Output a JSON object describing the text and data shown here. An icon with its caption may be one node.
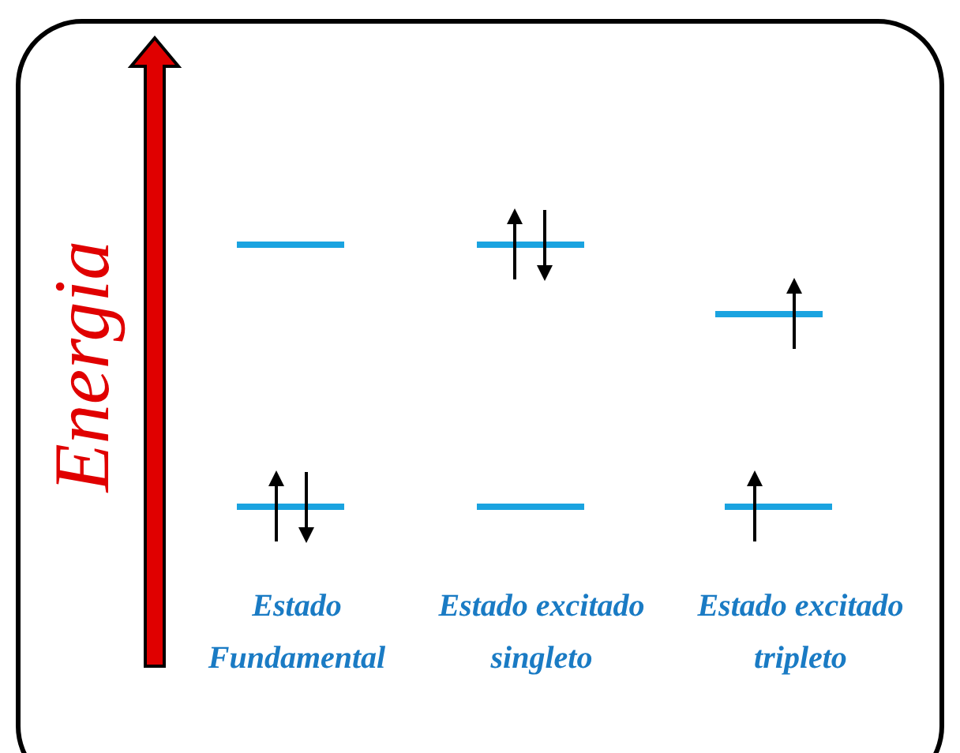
{
  "diagram": {
    "labels": [
      "Energia",
      "Estado Fundamental",
      "Estado excitado singleto",
      "Estado excitado tripleto"
    ]
  }
}
